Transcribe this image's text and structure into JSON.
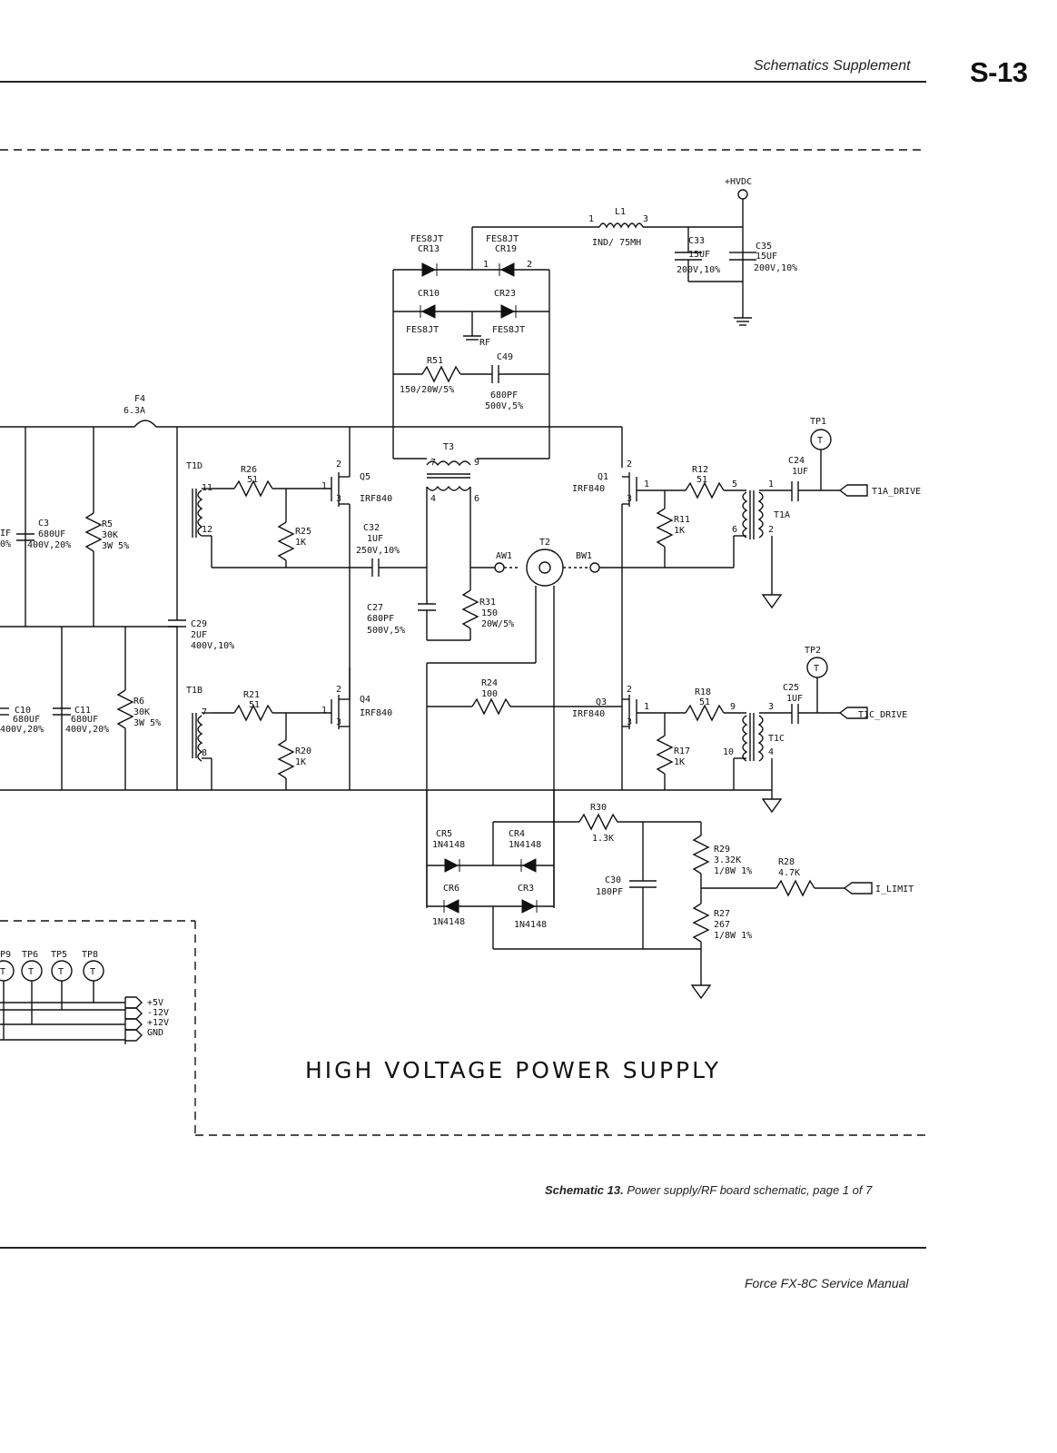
{
  "header": {
    "title": "Schematics Supplement",
    "page": "S-13"
  },
  "diagram": {
    "title": "HIGH VOLTAGE POWER SUPPLY",
    "labels": {
      "hvdc": "+HVDC",
      "l1": "L1",
      "l1_val": "IND/ 75MH",
      "c33": "C33",
      "c33_v1": "15UF",
      "c33_v2": "200V,10%",
      "c35": "C35",
      "c35_v1": "15UF",
      "c35_v2": "200V,10%",
      "cr13_p": "FES8JT",
      "cr13": "CR13",
      "cr19_p": "FES8JT",
      "cr19": "CR19",
      "cr10": "CR10",
      "cr23": "CR23",
      "cr10_p": "FES8JT",
      "cr23_p": "FES8JT",
      "rf": "RF",
      "r51": "R51",
      "r51_val": "150/20W/5%",
      "c49": "C49",
      "c49_v1": "680PF",
      "c49_v2": "500V,5%",
      "f4": "F4",
      "f4_val": "6.3A",
      "t3": "T3",
      "t1d": "T1D",
      "r26": "R26",
      "r26_val": "51",
      "q5": "Q5",
      "q5_part": "IRF840",
      "r25": "R25",
      "r25_val": "1K",
      "c32": "C32",
      "c32_v1": "1UF",
      "c32_v2": "250V,10%",
      "c3": "C3",
      "c3_v1": "680UF",
      "c3_v2": "400V,20%",
      "r5": "R5",
      "r5_v1": "30K",
      "r5_v2": "3W 5%",
      "c27": "C27",
      "c27_v1": "680PF",
      "c27_v2": "500V,5%",
      "r31": "R31",
      "r31_v1": "150",
      "r31_v2": "20W/5%",
      "aw1": "AW1",
      "bw1": "BW1",
      "t2": "T2",
      "q1_label": "Q1",
      "q1_part": "IRF840",
      "r12": "R12",
      "r12_val": "51",
      "r11": "R11",
      "r11_val": "1K",
      "c24": "C24",
      "c24_val": "1UF",
      "tp1": "TP1",
      "t1a": "T1A",
      "t1a_drive": "T1A_DRIVE",
      "c29": "C29",
      "c29_v1": "2UF",
      "c29_v2": "400V,10%",
      "t1b": "T1B",
      "r21": "R21",
      "r21_val": "51",
      "q4": "Q4",
      "q4_part": "IRF840",
      "r20": "R20",
      "r20_val": "1K",
      "c10": "C10",
      "c10_v1": "680UF",
      "c10_v2": "400V,20%",
      "c11": "C11",
      "c11_v1": "680UF",
      "c11_v2": "400V,20%",
      "r6": "R6",
      "r6_v1": "30K",
      "r6_v2": "3W 5%",
      "r24": "R24",
      "r24_val": "100",
      "q3_label": "Q3",
      "q3_part": "IRF840",
      "r18": "R18",
      "r18_val": "51",
      "r17": "R17",
      "r17_val": "1K",
      "c25": "C25",
      "c25_val": "1UF",
      "tp2": "TP2",
      "t1c": "T1C",
      "t1c_drive": "T1C_DRIVE",
      "r30": "R30",
      "r30_val": "1.3K",
      "cr5": "CR5",
      "cr5_p": "1N4148",
      "cr4": "CR4",
      "cr4_p": "1N4148",
      "cr6": "CR6",
      "cr6_p": "1N4148",
      "cr3": "CR3",
      "cr3_p": "1N4148",
      "c30": "C30",
      "c30_val": "180PF",
      "r29": "R29",
      "r29_v1": "3.32K",
      "r29_v2": "1/8W 1%",
      "r28": "R28",
      "r28_val": "4.7K",
      "i_limit": "I_LIMIT",
      "r27": "R27",
      "r27_v1": "267",
      "r27_v2": "1/8W 1%",
      "tp9": "P9",
      "tp6": "TP6",
      "tp5": "TP5",
      "tp8": "TP8",
      "v5": "+5V",
      "vm12": "-12V",
      "vp12": "+12V",
      "gnd": "GND",
      "left_if": "IF",
      "left_0x": "0%",
      "n1": "1",
      "n2": "2",
      "n3": "3",
      "n5": "5",
      "n6": "6",
      "n7": "7",
      "n8": "8",
      "n9": "9",
      "n10": "10",
      "n11": "11",
      "n12": "12",
      "n4": "4"
    }
  },
  "caption": {
    "bold": "Schematic 13.",
    "text": "Power supply/RF board schematic, page 1 of 7"
  },
  "footer": {
    "title": "Force FX-8C Service Manual"
  }
}
